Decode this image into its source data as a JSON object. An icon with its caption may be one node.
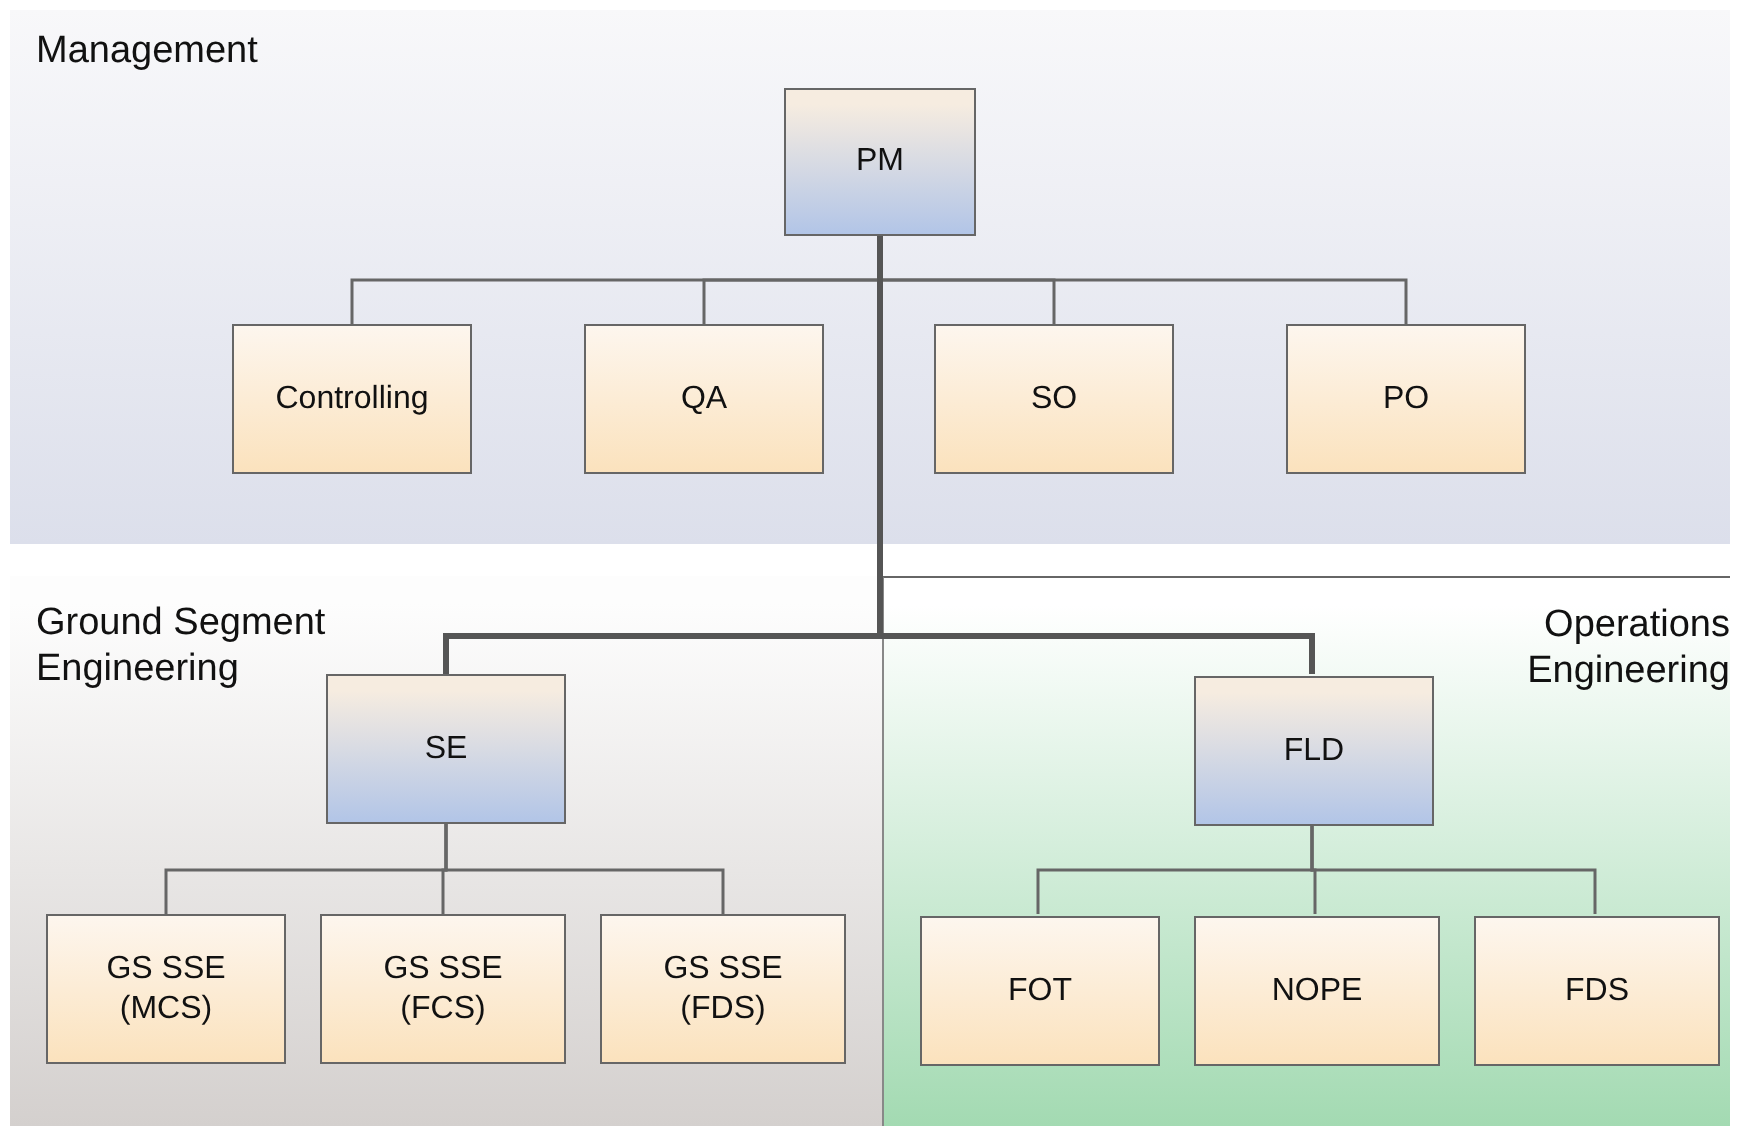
{
  "diagram": {
    "nodes": [
      {
        "text": [
          "Management"
        ]
      },
      {
        "text": [
          "PM"
        ],
        "in": 0
      },
      {
        "text": [
          "Controlling"
        ],
        "in": 0
      },
      {
        "text": [
          "QA"
        ],
        "in": 0
      },
      {
        "text": [
          "SO"
        ],
        "in": 0
      },
      {
        "text": [
          "PO"
        ],
        "in": 0
      },
      {
        "text": [
          "Ground Segment Engineering"
        ]
      },
      {
        "text": [
          "SE"
        ],
        "in": 6
      },
      {
        "text": [
          "GS SSE (MCS)"
        ],
        "in": 6
      },
      {
        "text": [
          "GS SSE (FCS)"
        ],
        "in": 6
      },
      {
        "text": [
          "GS SSE (FDS)"
        ],
        "in": 6
      },
      {
        "text": [
          "Operations Engineering"
        ]
      },
      {
        "text": [
          "FLD"
        ],
        "in": 11
      },
      {
        "text": [
          "FOT"
        ],
        "in": 11
      },
      {
        "text": [
          "NOPE"
        ],
        "in": 11
      },
      {
        "text": [
          "FDS"
        ],
        "in": 11
      }
    ],
    "edges": [
      {
        "from": 1,
        "to": 2,
        "arrow": "none"
      },
      {
        "from": 1,
        "to": 3,
        "arrow": "none"
      },
      {
        "from": 1,
        "to": 4,
        "arrow": "none"
      },
      {
        "from": 1,
        "to": 5,
        "arrow": "none"
      },
      {
        "from": 1,
        "to": 7,
        "arrow": "none",
        "style": "thick"
      },
      {
        "from": 1,
        "to": 12,
        "arrow": "none",
        "style": "thick"
      },
      {
        "from": 7,
        "to": 8,
        "arrow": "none"
      },
      {
        "from": 7,
        "to": 9,
        "arrow": "none"
      },
      {
        "from": 7,
        "to": 10,
        "arrow": "none"
      },
      {
        "from": 12,
        "to": 13,
        "arrow": "none"
      },
      {
        "from": 12,
        "to": 14,
        "arrow": "none"
      },
      {
        "from": 12,
        "to": 15,
        "arrow": "none"
      }
    ]
  }
}
